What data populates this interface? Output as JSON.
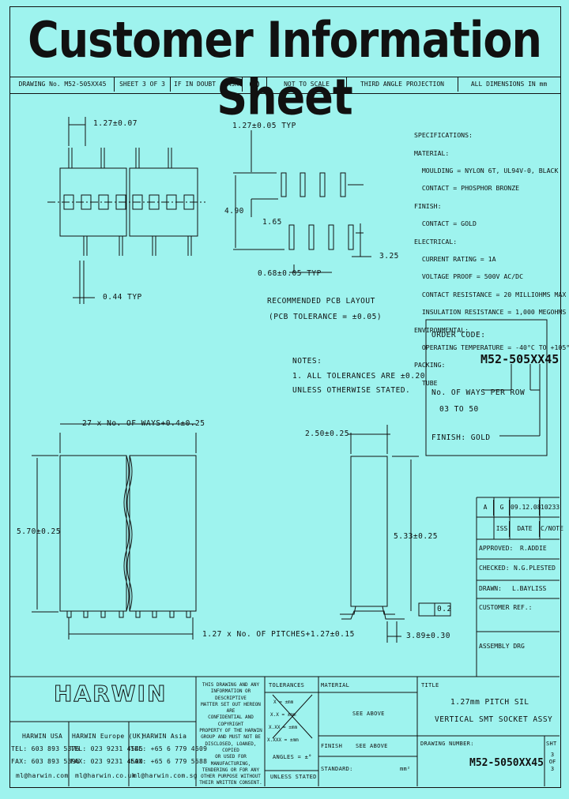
{
  "title": "Customer Information Sheet",
  "header": {
    "drawing_no": "DRAWING No. M52-505XX45",
    "sheet": "SHEET 3 OF 3",
    "if_in_doubt": "IF IN DOUBT - ASK",
    "copyright": "C",
    "scale": "NOT TO SCALE",
    "projection": "THIRD ANGLE PROJECTION",
    "units": "ALL DIMENSIONS IN mm"
  },
  "dimensions": {
    "pitch_top": "1.27±0.07",
    "pin_width": "0.44 TYP",
    "pcb_pitch": "1.27±0.05 TYP",
    "pcb_row_gap": "4.90",
    "pcb_pad_len": "1.65",
    "pcb_pad_gap": "3.25",
    "pcb_pad_width": "0.68±0.05 TYP",
    "length_top": "27 x No. OF WAYS+0.4±0.25",
    "height": "5.70±0.25",
    "length_bottom": "1.27 x No. OF PITCHES+1.27±0.15",
    "side_width": "2.50±0.25",
    "side_height": "5.33±0.25",
    "side_foot": "3.89±0.30",
    "coplanarity": "0.2"
  },
  "pcb_layout": [
    "RECOMMENDED PCB LAYOUT",
    "(PCB TOLERANCE = ±0.05)"
  ],
  "specifications": [
    "SPECIFICATIONS:",
    "MATERIAL:",
    "  MOULDING = NYLON 6T, UL94V-0, BLACK",
    "  CONTACT = PHOSPHOR BRONZE",
    "FINISH:",
    "  CONTACT = GOLD",
    "ELECTRICAL:",
    "  CURRENT RATING = 1A",
    "  VOLTAGE PROOF = 500V AC/DC",
    "  CONTACT RESISTANCE = 20 MILLIOHMS MAX",
    "  INSULATION RESISTANCE = 1,000 MEGOHMS MIN",
    "ENVIRONMENTAL:",
    "  OPERATING TEMPERATURE = -40°C TO +105°C",
    "PACKING:",
    "  TUBE"
  ],
  "notes": [
    "NOTES:",
    "1. ALL TOLERANCES ARE ±0.20",
    "   UNLESS OTHERWISE STATED."
  ],
  "order_code": {
    "label": "ORDER CODE:",
    "code": "M52-505XX45",
    "ways_label": "No. OF WAYS PER ROW",
    "ways_range": "03 TO 50",
    "finish_label": "FINISH: GOLD"
  },
  "revision": {
    "rev": "A",
    "initials": "G",
    "date": "09.12.08",
    "note": "10233",
    "headers": [
      "ISS",
      "DATE",
      "C/NOTE"
    ]
  },
  "approvals": {
    "approved_label": "APPROVED:",
    "approved": "R.ADDIE",
    "checked_label": "CHECKED:",
    "checked": "N.G.PLESTED",
    "drawn_label": "DRAWN:",
    "drawn": "L.BAYLISS",
    "customer_ref": "CUSTOMER REF.:",
    "assembly": "ASSEMBLY DRG"
  },
  "footer": {
    "logo": "HARWIN",
    "offices": [
      {
        "name": "HARWIN USA",
        "tel": "TEL: 603 893 5376",
        "fax": "FAX: 603 893 5396",
        "email": "ml@harwin.com"
      },
      {
        "name": "HARWIN Europe (UK)",
        "tel": "TEL: 023 9231 4545",
        "fax": "FAX: 023 9231 4590",
        "email": "ml@harwin.co.uk"
      },
      {
        "name": "HARWIN Asia",
        "tel": "TEL: +65 6 779 4609",
        "fax": "FAX: +65 6 779 5688",
        "email": "ml@harwin.com.sg"
      }
    ],
    "disclaimer": [
      "THIS DRAWING AND ANY",
      "INFORMATION OR DESCRIPTIVE",
      "MATTER SET OUT HEREON ARE",
      "CONFIDENTIAL AND COPYRIGHT",
      "PROPERTY OF THE HARWIN",
      "GROUP AND MUST NOT BE",
      "DISCLOSED, LOANED, COPIED",
      "OR USED FOR MANUFACTURING,",
      "TENDERING OR FOR ANY",
      "OTHER PURPOSE WITHOUT",
      "THEIR WRITTEN CONSENT."
    ],
    "tolerances_label": "TOLERANCES",
    "tolerances": [
      "X = ±mm",
      "X.X = ±mm",
      "X.XX = ±mm",
      "X.XXX = ±mm"
    ],
    "angles": "ANGLES = ±°",
    "unless": "UNLESS STATED",
    "material_label": "MATERIAL",
    "material": "SEE ABOVE",
    "finish_label": "FINISH",
    "finish": "SEE ABOVE",
    "standard_label": "STANDARD:",
    "standard": "mm²",
    "title_label": "TITLE",
    "title_lines": [
      "1.27mm PITCH SIL",
      "VERTICAL SMT SOCKET ASSY"
    ],
    "drawing_number_label": "DRAWING NUMBER:",
    "drawing_number": "M52-5050XX45",
    "sht_label": "SHT",
    "sht": "3 OF 3"
  },
  "colors": {
    "background": "#9ef3ee",
    "ink": "#111111"
  }
}
